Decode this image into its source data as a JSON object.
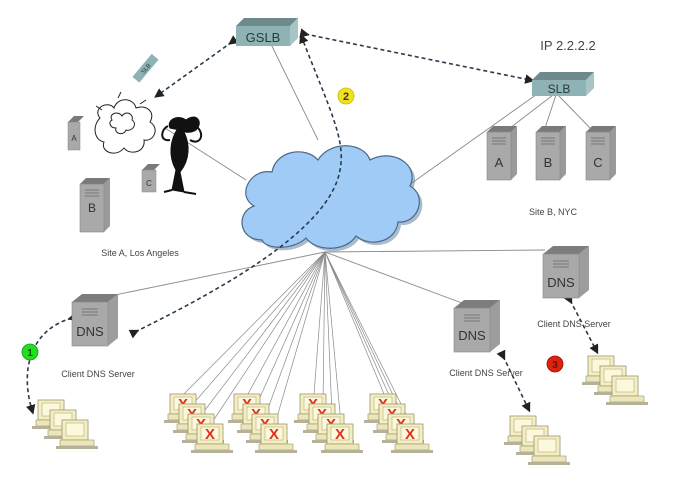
{
  "diagram": {
    "title": "GSLB DNS-based global server load balancing",
    "nodes": {
      "gslb": {
        "label": "GSLB"
      },
      "slb_b": {
        "label": "SLB",
        "ip_label": "IP 2.2.2.2"
      },
      "slb_a": {
        "label": "SLB"
      },
      "internet": {
        "label": ""
      },
      "site_a": {
        "label": "Site A, Los Angeles",
        "servers": [
          "A",
          "B",
          "C"
        ],
        "status": "failed"
      },
      "site_b": {
        "label": "Site B, NYC",
        "servers": [
          "A",
          "B",
          "C"
        ]
      },
      "dns_left": {
        "icon_label": "DNS",
        "label": "Client DNS Server"
      },
      "dns_mid": {
        "icon_label": "DNS",
        "label": "Client DNS Server"
      },
      "dns_right": {
        "icon_label": "DNS",
        "label": "Client DNS Server"
      },
      "attackers": {
        "label": "",
        "groups": 4,
        "per_group": 4,
        "mark": "X"
      },
      "clients_left": {
        "label": ""
      },
      "clients_mid": {
        "label": ""
      },
      "clients_right": {
        "label": ""
      }
    },
    "steps": [
      {
        "number": "1",
        "color": "#22dd22"
      },
      {
        "number": "2",
        "color": "#f2e21a"
      },
      {
        "number": "3",
        "color": "#dd2211"
      }
    ],
    "colors": {
      "cloud_fill": "#9fcbf6",
      "cloud_stroke": "#4a6a8a",
      "device_fill": "#8fb3b5",
      "server_fill": "#a9a9a9",
      "monitor_fill": "#f4efc2",
      "x_mark": "#e03020"
    }
  }
}
